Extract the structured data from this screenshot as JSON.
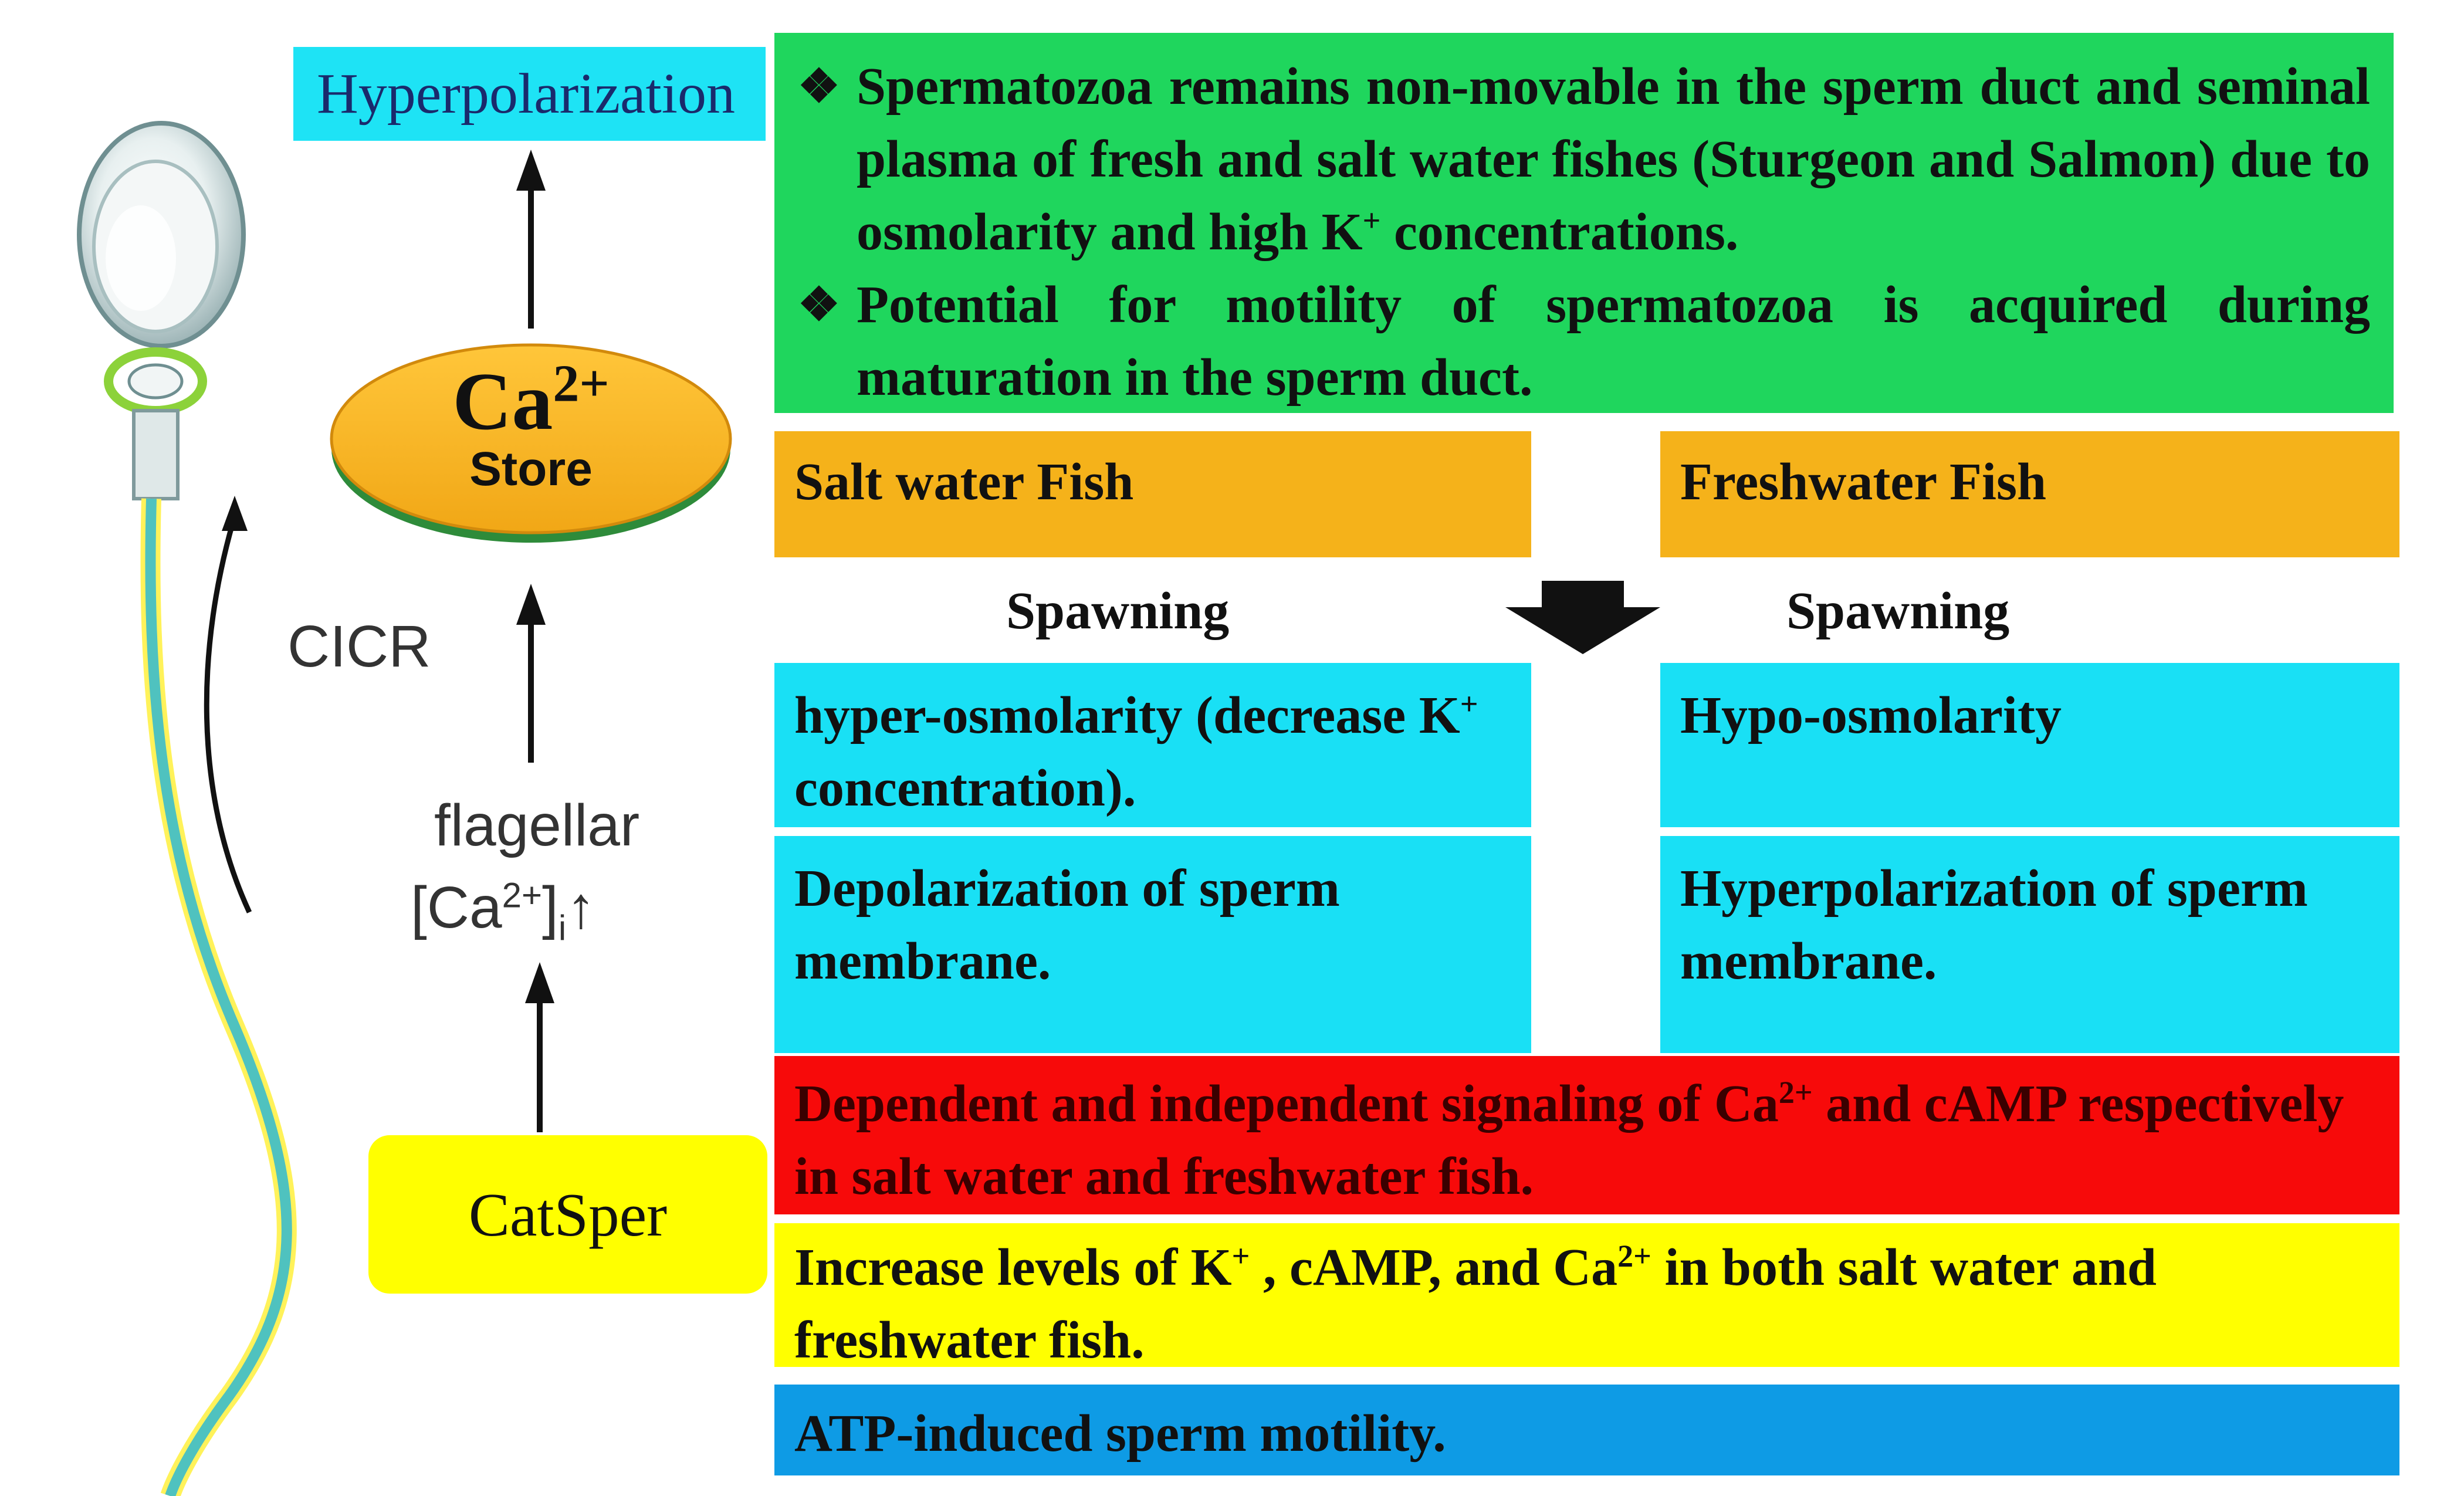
{
  "top": {
    "hyperpolarization": "Hyperpolarization"
  },
  "intro": {
    "bullet_mark": "❖",
    "bullet1_a": "Spermatozoa remains non-movable in the sperm duct and seminal plasma  of fresh and salt water fishes (Sturgeon and Salmon) due to osmolarity and high K",
    "bullet1_sup": "+",
    "bullet1_b": " concentrations.",
    "bullet2": "Potential  for  motility  of  spermatozoa  is  acquired  during maturation in the sperm duct."
  },
  "store": {
    "ca": "Ca",
    "charge": "2+",
    "label": "Store"
  },
  "left_labels": {
    "cicr": "CICR",
    "flagellar": "flagellar",
    "ca_open": "[Ca",
    "ca_charge": "2+",
    "ca_close": "]",
    "ca_sub": "i",
    "ca_arrow": "↑"
  },
  "salt": {
    "header": "Salt water Fish",
    "spawning": "Spawning",
    "osmo_a": "hyper-osmolarity (decrease K",
    "osmo_sup": "+",
    "osmo_b": " concentration).",
    "depol_line1": "Depolarization of sperm",
    "depol_line2": "membrane."
  },
  "fresh": {
    "header": "Freshwater Fish",
    "spawning": "Spawning",
    "osmo": "Hypo-osmolarity",
    "hyper_line1": "Hyperpolarization of  sperm",
    "hyper_line2": "membrane."
  },
  "signal": {
    "a": "Dependent and independent signaling of Ca",
    "sup": "2+",
    "b": " and  cAMP respectively in salt water and freshwater fish."
  },
  "levels": {
    "a": "Increase levels of K",
    "sup1": "+",
    "b": " , cAMP, and Ca",
    "sup2": "2+",
    "c": " in both salt water and freshwater fish."
  },
  "atp": {
    "text": "ATP-induced sperm motility."
  },
  "catsper": {
    "label": "CatSper"
  },
  "colors": {
    "green": "#1fd65d",
    "orange": "#f5b21a",
    "cyan": "#19e0f5",
    "red": "#f70a0a",
    "yellow": "#ffff00",
    "blue": "#0e9be5"
  }
}
